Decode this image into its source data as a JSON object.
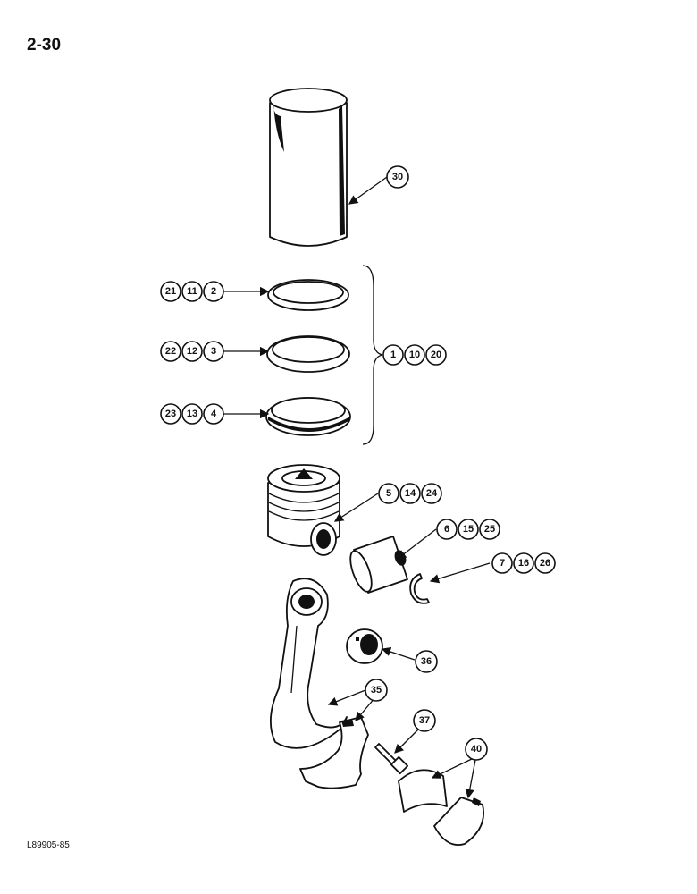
{
  "page_number": "2-30",
  "figure_ref": "L89905-85",
  "callouts": {
    "c30": "30",
    "c21": "21",
    "c11": "11",
    "c2": "2",
    "c22": "22",
    "c12": "12",
    "c3": "3",
    "c23": "23",
    "c13": "13",
    "c4": "4",
    "c1": "1",
    "c10": "10",
    "c20": "20",
    "c5": "5",
    "c14": "14",
    "c24": "24",
    "c6": "6",
    "c15": "15",
    "c25": "25",
    "c7": "7",
    "c16": "16",
    "c26": "26",
    "c36": "36",
    "c35": "35",
    "c37": "37",
    "c40": "40"
  }
}
